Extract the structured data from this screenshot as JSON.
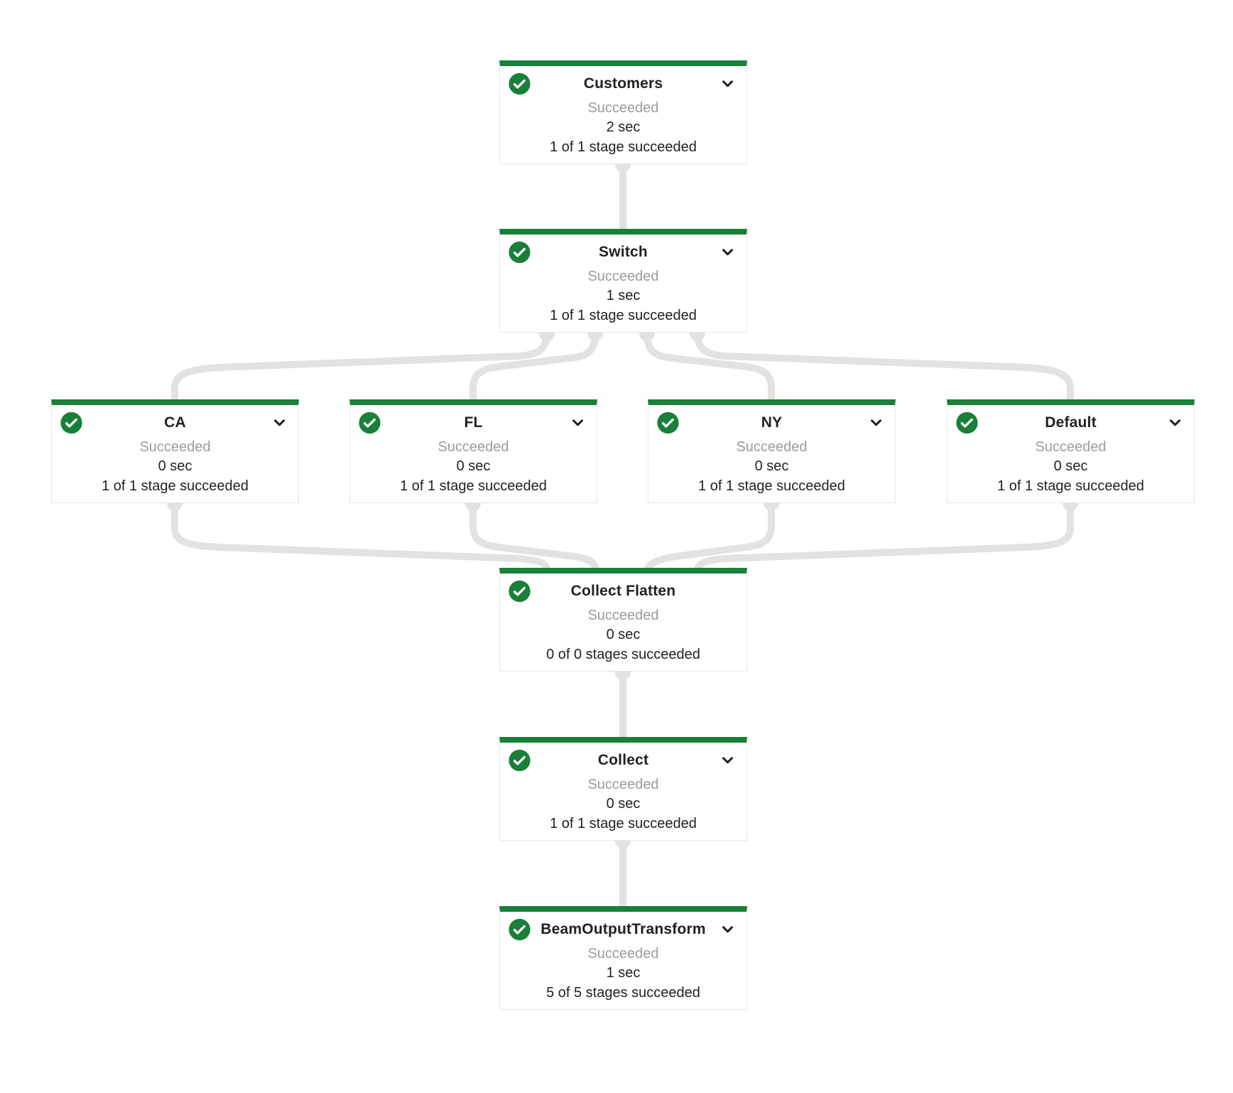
{
  "colors": {
    "success_green": "#188038",
    "edge_gray": "#e2e2e2",
    "box_border": "#e6e6e6",
    "title_text": "#212121",
    "body_text": "#212121",
    "status_text": "#9b9b9b",
    "background": "#ffffff"
  },
  "nodes": {
    "customers": {
      "title": "Customers",
      "status": "Succeeded",
      "duration": "2 sec",
      "stages": "1 of 1 stage succeeded",
      "status_icon": "check-circle-icon",
      "has_expand_chevron": true
    },
    "switch": {
      "title": "Switch",
      "status": "Succeeded",
      "duration": "1 sec",
      "stages": "1 of 1 stage succeeded",
      "status_icon": "check-circle-icon",
      "has_expand_chevron": true
    },
    "ca": {
      "title": "CA",
      "status": "Succeeded",
      "duration": "0 sec",
      "stages": "1 of 1 stage succeeded",
      "status_icon": "check-circle-icon",
      "has_expand_chevron": true
    },
    "fl": {
      "title": "FL",
      "status": "Succeeded",
      "duration": "0 sec",
      "stages": "1 of 1 stage succeeded",
      "status_icon": "check-circle-icon",
      "has_expand_chevron": true
    },
    "ny": {
      "title": "NY",
      "status": "Succeeded",
      "duration": "0 sec",
      "stages": "1 of 1 stage succeeded",
      "status_icon": "check-circle-icon",
      "has_expand_chevron": true
    },
    "default": {
      "title": "Default",
      "status": "Succeeded",
      "duration": "0 sec",
      "stages": "1 of 1 stage succeeded",
      "status_icon": "check-circle-icon",
      "has_expand_chevron": true
    },
    "collect_flatten": {
      "title": "Collect Flatten",
      "status": "Succeeded",
      "duration": "0 sec",
      "stages": "0 of 0 stages succeeded",
      "status_icon": "check-circle-icon",
      "has_expand_chevron": false
    },
    "collect": {
      "title": "Collect",
      "status": "Succeeded",
      "duration": "0 sec",
      "stages": "1 of 1 stage succeeded",
      "status_icon": "check-circle-icon",
      "has_expand_chevron": true
    },
    "beam": {
      "title": "BeamOutputTransform",
      "status": "Succeeded",
      "duration": "1 sec",
      "stages": "5 of 5 stages succeeded",
      "status_icon": "check-circle-icon",
      "has_expand_chevron": true
    }
  },
  "edges": [
    {
      "from": "customers",
      "to": "switch"
    },
    {
      "from": "switch",
      "to": "ca"
    },
    {
      "from": "switch",
      "to": "fl"
    },
    {
      "from": "switch",
      "to": "ny"
    },
    {
      "from": "switch",
      "to": "default"
    },
    {
      "from": "ca",
      "to": "collect_flatten"
    },
    {
      "from": "fl",
      "to": "collect_flatten"
    },
    {
      "from": "ny",
      "to": "collect_flatten"
    },
    {
      "from": "default",
      "to": "collect_flatten"
    },
    {
      "from": "collect_flatten",
      "to": "collect"
    },
    {
      "from": "collect",
      "to": "beam"
    }
  ]
}
